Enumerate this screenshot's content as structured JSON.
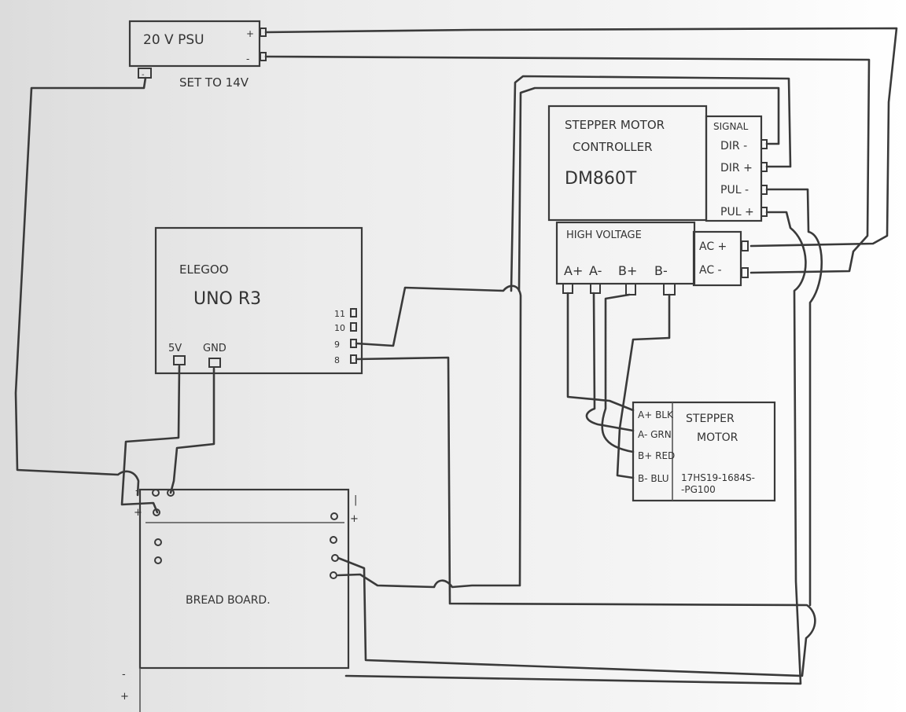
{
  "psu": {
    "title": "20 V PSU",
    "plus": "+",
    "minus": "-",
    "ground": "-",
    "note": "SET TO 14V"
  },
  "arduino": {
    "line1": "ELEGOO",
    "line2": "UNO R3",
    "pins": [
      "11",
      "10",
      "9",
      "8"
    ],
    "pin_5v": "5V",
    "pin_gnd": "GND"
  },
  "controller": {
    "line1": "STEPPER MOTOR",
    "line2": "CONTROLLER",
    "model": "DM860T",
    "signal_header": "SIGNAL",
    "signal_pins": [
      "DIR -",
      "DIR +",
      "PUL -",
      "PUL +"
    ],
    "hv_header": "HIGH VOLTAGE",
    "motor_pins": [
      "A+",
      "A-",
      "B+",
      "B-"
    ],
    "ac_pins": [
      "AC +",
      "AC -"
    ]
  },
  "motor": {
    "line1": "STEPPER",
    "line2": "MOTOR",
    "model_line1": "17HS19-1684S-",
    "model_line2": "-PG100",
    "wires": [
      "A+ BLK",
      "A- GRN",
      "B+ RED",
      "B- BLU"
    ]
  },
  "breadboard": {
    "label": "BREAD BOARD.",
    "top_minus": "-",
    "top_plus": "+",
    "right_minus": "|",
    "right_plus": "+",
    "bottom_minus": "-",
    "bottom_plus": "+"
  }
}
